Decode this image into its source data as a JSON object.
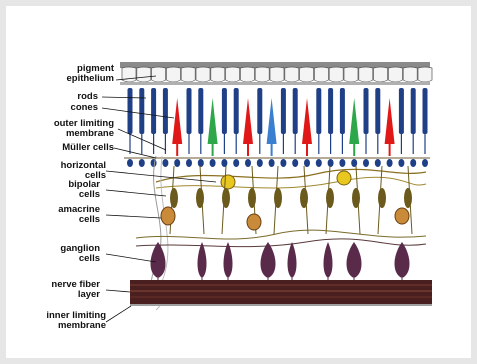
{
  "labels": {
    "pigment_epithelium": [
      "pigment",
      "epithelium"
    ],
    "rods": "rods",
    "cones": "cones",
    "outer_limiting_membrane": [
      "outer limiting",
      "membrane"
    ],
    "muller_cells": "Müller cells",
    "horizontal_cells": [
      "horizontal",
      "cells"
    ],
    "bipolar_cells": [
      "bipolar",
      "cells"
    ],
    "amacrine_cells": [
      "amacrine",
      "cells"
    ],
    "ganglion_cells": [
      "ganglion",
      "cells"
    ],
    "nerve_fiber_layer": [
      "nerve fiber",
      "layer"
    ],
    "inner_limiting_membrane": [
      "inner limiting",
      "membrane"
    ]
  },
  "colors": {
    "background": "#e6e6e6",
    "frame": "#ffffff",
    "rod": "#1f3f86",
    "cone_red": "#e01818",
    "cone_green": "#2ea64a",
    "cone_blue": "#3a7fd0",
    "bipolar": "#6b5a1c",
    "horizontal": "#e8c820",
    "amacrine": "#c98a3a",
    "ganglion": "#5a2a4a",
    "nerve_fiber": "#4a1f1f"
  },
  "photoreceptor_sequence": [
    "rod",
    "rod",
    "rod",
    "rod",
    "cone_red",
    "rod",
    "rod",
    "cone_green",
    "rod",
    "rod",
    "cone_red",
    "rod",
    "cone_blue",
    "rod",
    "rod",
    "cone_red",
    "rod",
    "rod",
    "rod",
    "cone_green",
    "rod",
    "rod",
    "cone_red",
    "rod",
    "rod",
    "rod"
  ]
}
